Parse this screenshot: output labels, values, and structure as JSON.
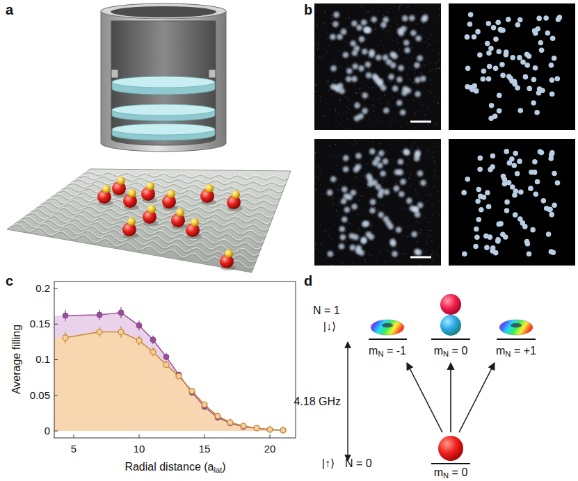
{
  "diagram": {
    "labels": [
      "a",
      "b",
      "c",
      "d",
      "0.2",
      "0.15",
      "0.1",
      "0.05",
      "0",
      "5",
      "10",
      "15",
      "20",
      "Average filling",
      "Radial distance (a",
      "lat",
      ")",
      "N = 1",
      "|↓⟩",
      "m",
      "N",
      "= -1",
      "m",
      "N",
      "= 0",
      "m",
      "N",
      "= +1",
      "4.18 GHz",
      "|↑⟩",
      "N = 0",
      "m",
      "N",
      "= 0"
    ]
  }
}
